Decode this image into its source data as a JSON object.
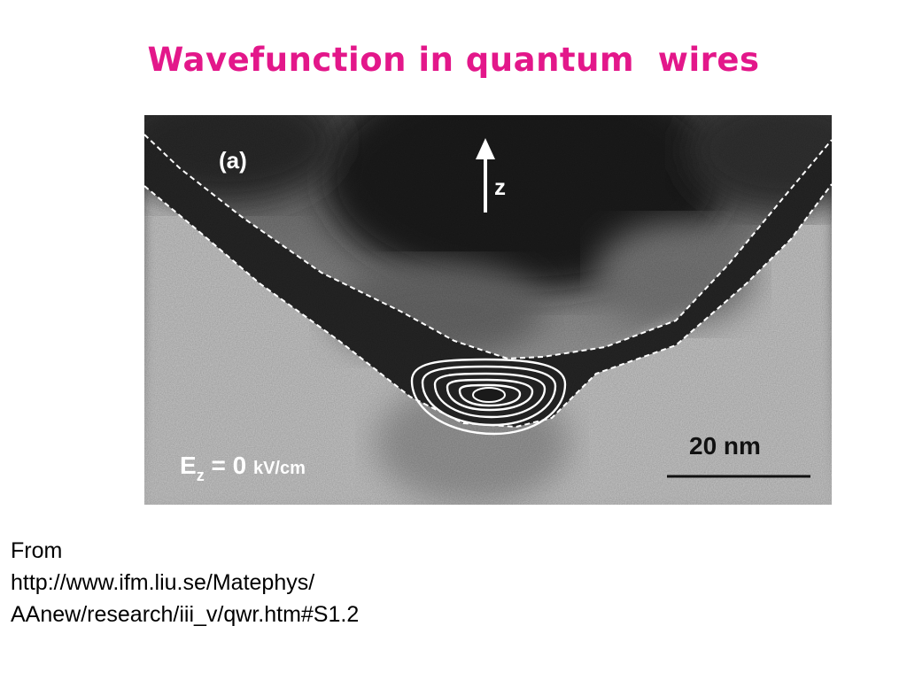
{
  "slide": {
    "title": "Wavefunction in quantum  wires",
    "title_color": "#e3178a"
  },
  "figure": {
    "panel_label": "(a)",
    "axis_label": "z",
    "axis_icon": "up-arrow-icon",
    "field_symbol": "E",
    "field_subscript": "z",
    "field_value": " = 0 ",
    "field_unit": "kV/cm",
    "scale_bar_label": "20 nm"
  },
  "source": {
    "line1": "From",
    "line2": "http://www.ifm.liu.se/Matephys/",
    "line3": "AAnew/research/iii_v/qwr.htm#S1.2"
  }
}
